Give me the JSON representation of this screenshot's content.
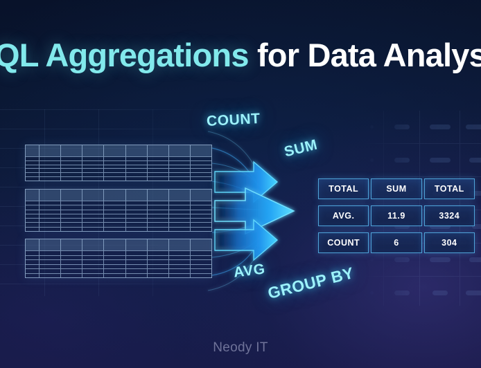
{
  "headline": {
    "cyan_part": "QL Aggregations",
    "white_part": " for Data Analys",
    "full_text": "SQL Aggregations for Data Analysis"
  },
  "keywords": {
    "count": "COUNT",
    "sum": "SUM",
    "avg": "AVG",
    "group_by": "GROUP BY"
  },
  "source_tables": {
    "count": 3,
    "columns": 9,
    "table_1_rows": 6,
    "table_2_rows": 7,
    "table_3_rows": 6
  },
  "result_table": {
    "header": [
      "TOTAL",
      "SUM",
      "TOTAL"
    ],
    "rows": [
      [
        "AVG.",
        "11.9",
        "3324"
      ],
      [
        "COUNT",
        "6",
        "304"
      ]
    ]
  },
  "footer": {
    "brand": "Neody IT"
  },
  "icons": {
    "arrow_top": "arrow-right-icon",
    "arrow_middle": "arrow-right-icon",
    "arrow_bottom": "arrow-right-icon"
  },
  "colors": {
    "accent_cyan": "#82e9ec",
    "keyword_glow": "#9df2fb",
    "arrow_bright": "#2ec4ff",
    "result_border": "#4fa3d8",
    "background_top": "#08122a",
    "background_bottom": "#181a47",
    "footer_text": "#6f7399"
  }
}
